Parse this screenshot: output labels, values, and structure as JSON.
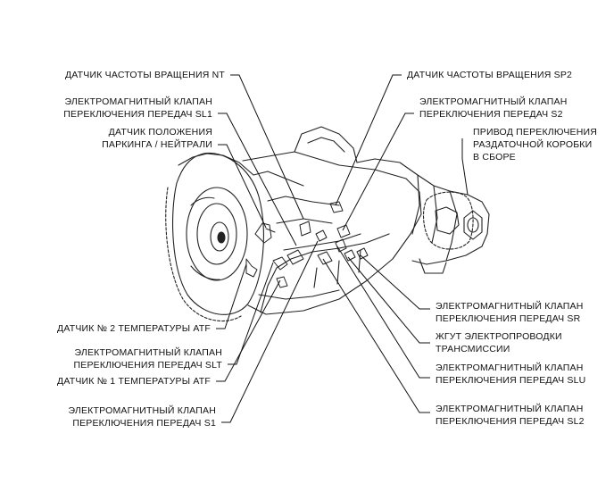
{
  "labels": {
    "nt_sensor": [
      "ДАТЧИК ЧАСТОТЫ ВРАЩЕНИЯ NT"
    ],
    "sl1_valve": [
      "ЭЛЕКТРОМАГНИТНЫЙ КЛАПАН",
      "ПЕРЕКЛЮЧЕНИЯ ПЕРЕДАЧ SL1"
    ],
    "park_neutral": [
      "ДАТЧИК ПОЛОЖЕНИЯ",
      "ПАРКИНГА / НЕЙТРАЛИ"
    ],
    "atf_temp2": [
      "ДАТЧИК № 2 ТЕМПЕРАТУРЫ ATF"
    ],
    "slt_valve": [
      "ЭЛЕКТРОМАГНИТНЫЙ КЛАПАН",
      "ПЕРЕКЛЮЧЕНИЯ ПЕРЕДАЧ SLT"
    ],
    "atf_temp1": [
      "ДАТЧИК № 1 ТЕМПЕРАТУРЫ ATF"
    ],
    "s1_valve": [
      "ЭЛЕКТРОМАГНИТНЫЙ КЛАПАН",
      "ПЕРЕКЛЮЧЕНИЯ ПЕРЕДАЧ S1"
    ],
    "sp2_sensor": [
      "ДАТЧИК ЧАСТОТЫ ВРАЩЕНИЯ SP2"
    ],
    "s2_valve": [
      "ЭЛЕКТРОМАГНИТНЫЙ КЛАПАН",
      "ПЕРЕКЛЮЧЕНИЯ ПЕРЕДАЧ S2"
    ],
    "transfer_actuator": [
      "ПРИВОД ПЕРЕКЛЮЧЕНИЯ",
      "РАЗДАТОЧНОЙ КОРОБКИ",
      "В СБОРЕ"
    ],
    "sr_valve": [
      "ЭЛЕКТРОМАГНИТНЫЙ КЛАПАН",
      "ПЕРЕКЛЮЧЕНИЯ ПЕРЕДАЧ SR"
    ],
    "wire_harness": [
      "ЖГУТ ЭЛЕКТРОПРОВОДКИ",
      "ТРАНСМИССИИ"
    ],
    "slu_valve": [
      "ЭЛЕКТРОМАГНИТНЫЙ КЛАПАН",
      "ПЕРЕКЛЮЧЕНИЯ ПЕРЕДАЧ SLU"
    ],
    "sl2_valve": [
      "ЭЛЕКТРОМАГНИТНЫЙ КЛАПАН",
      "ПЕРЕКЛЮЧЕНИЯ ПЕРЕДАЧ SL2"
    ]
  },
  "colors": {
    "ink": "#111111",
    "line": "#222222",
    "background": "#ffffff"
  }
}
